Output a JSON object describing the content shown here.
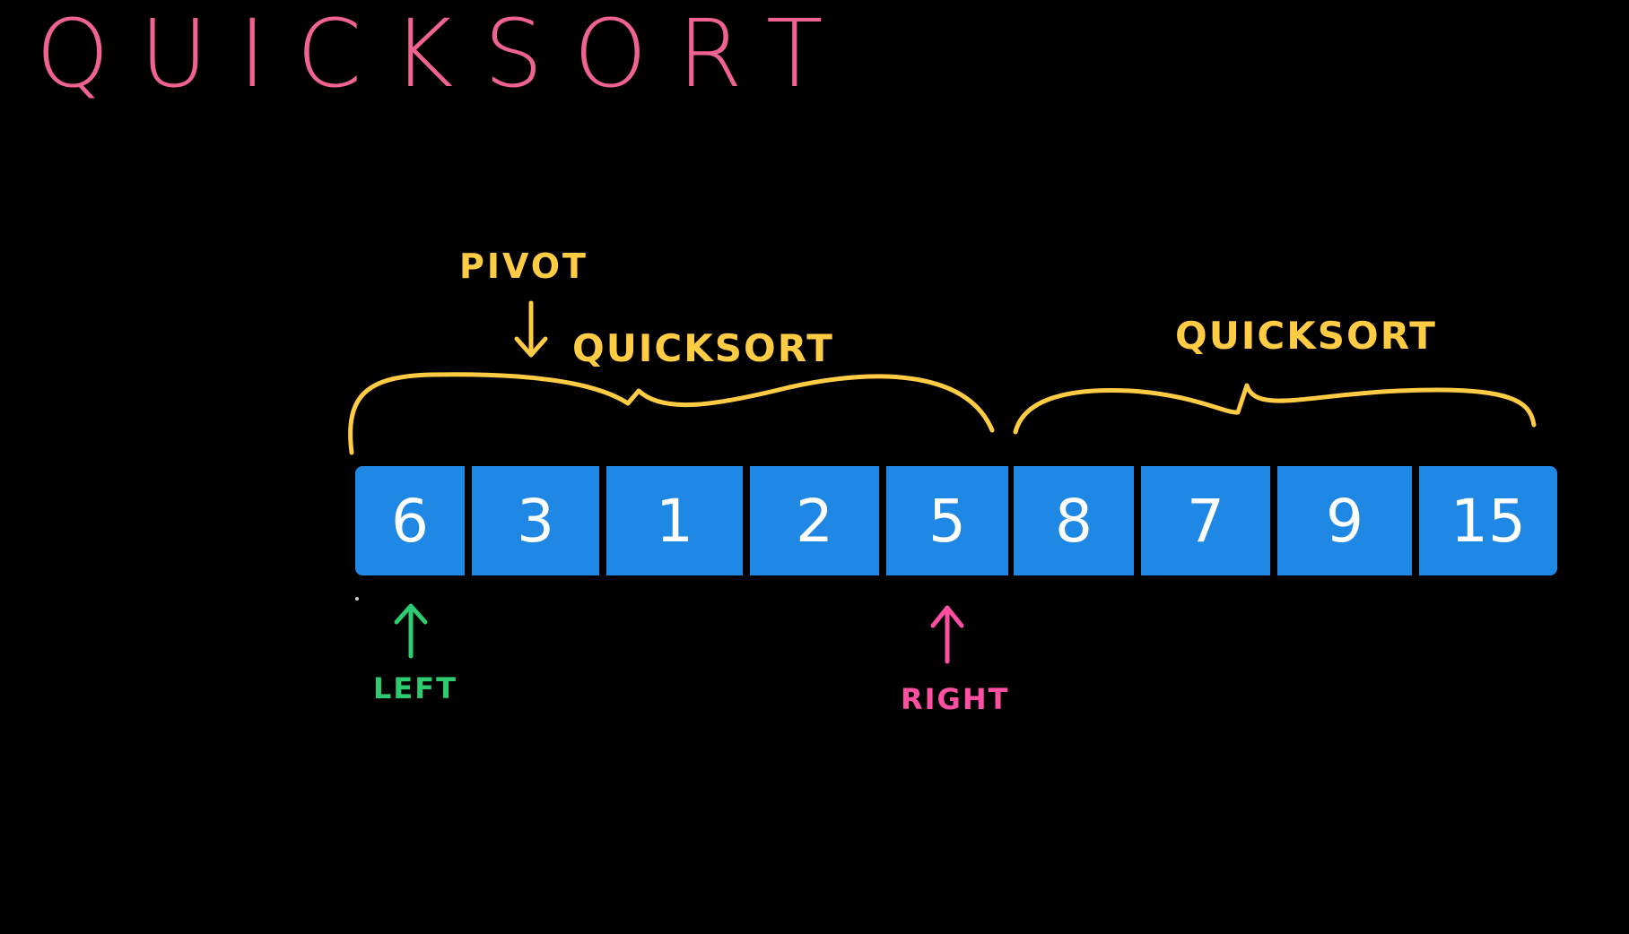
{
  "title": "QUICKSORT",
  "labels": {
    "pivot": "PIVOT",
    "quicksort_left": "QUICKSORT",
    "quicksort_right": "QUICKSORT",
    "left": "LEFT",
    "right": "RIGHT"
  },
  "array": [
    "6",
    "3",
    "1",
    "2",
    "5",
    "8",
    "7",
    "9",
    "15"
  ],
  "colors": {
    "background": "#000000",
    "title": "#f06292",
    "annotation": "#ffcc44",
    "cell": "#1f88e5",
    "cell_text": "#ffffff",
    "left_pointer": "#2ecc71",
    "right_pointer": "#ff4fa3"
  }
}
